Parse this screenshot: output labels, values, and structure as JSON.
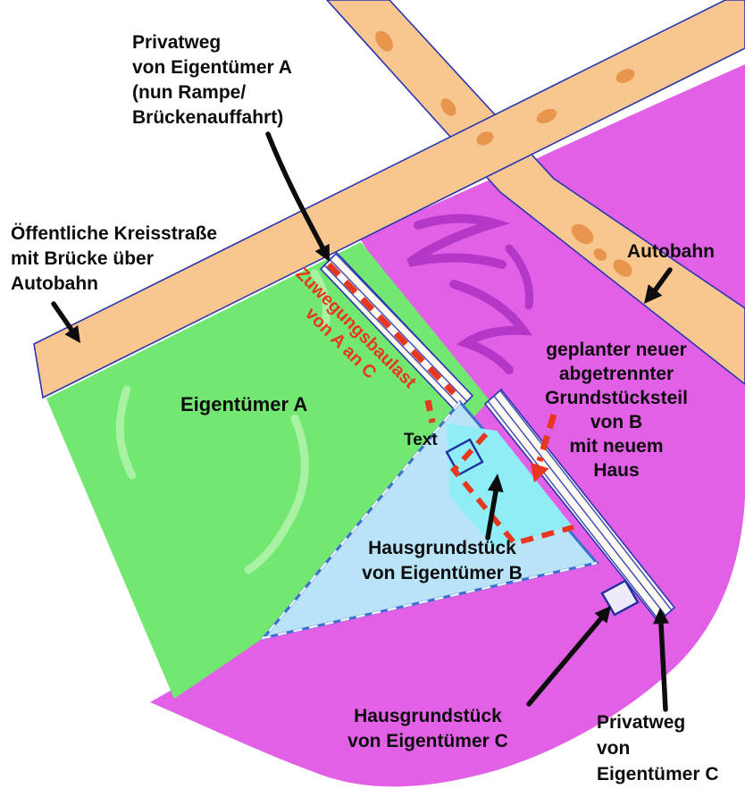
{
  "colors": {
    "road": "#f7c78f",
    "road_patch": "#e8964e",
    "parcel_a_green": "#72e772",
    "green_scribble": "#a9f2a3",
    "parcel_c_magenta": "#e160e6",
    "magenta_scribble": "#b438c8",
    "parcel_b_blue": "#b9e3f6",
    "new_part_cyan": "#8feef5",
    "baulast_red": "#e8371f",
    "line_navy": "#2a35b0",
    "arrow_black": "#0d0d0d"
  },
  "labels": {
    "privatweg_a": {
      "lines": [
        "Privatweg",
        "von Eigentümer A",
        "(nun Rampe/",
        "Brückenauffahrt)"
      ]
    },
    "kreisstrasse": {
      "lines": [
        "Öffentliche Kreisstraße",
        "mit Brücke über",
        "Autobahn"
      ]
    },
    "autobahn": {
      "text": "Autobahn"
    },
    "geplanter_teil": {
      "lines": [
        "geplanter neuer",
        "abgetrennter",
        "Grundstücksteil",
        "von B",
        "mit neuem",
        "Haus"
      ]
    },
    "eigentuemer_a": {
      "text": "Eigentümer A"
    },
    "text_marker": {
      "text": "Text"
    },
    "zuwegungsbaulast": {
      "lines": [
        "Zuwegungsbaulast",
        "von A an C"
      ]
    },
    "hausgrundstueck_b": {
      "lines": [
        "Hausgrundstück",
        "von Eigentümer B"
      ]
    },
    "hausgrundstueck_c": {
      "lines": [
        "Hausgrundstück",
        "von Eigentümer C"
      ]
    },
    "privatweg_c": {
      "lines": [
        "Privatweg",
        "von",
        "Eigentümer C"
      ]
    }
  }
}
